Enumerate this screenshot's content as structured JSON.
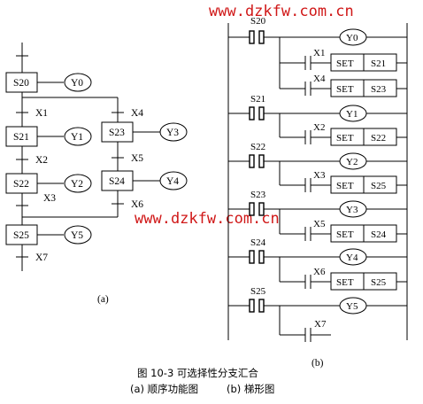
{
  "watermark": "www.dzkfw.com.cn",
  "sfc": {
    "steps": [
      "S20",
      "S21",
      "S22",
      "S23",
      "S24",
      "S25"
    ],
    "outputs": [
      "Y0",
      "Y1",
      "Y2",
      "Y3",
      "Y4",
      "Y5"
    ],
    "transitions": [
      "X1",
      "X2",
      "X3",
      "X4",
      "X5",
      "X6",
      "X7"
    ],
    "label": "(a)"
  },
  "ladder": {
    "label": "(b)",
    "set": "SET",
    "rungs": [
      {
        "step": "S20",
        "coil": "Y0",
        "branches": [
          {
            "contact": "X1",
            "target": "S21"
          },
          {
            "contact": "X4",
            "target": "S23"
          }
        ]
      },
      {
        "step": "S21",
        "coil": "Y1",
        "branches": [
          {
            "contact": "X2",
            "target": "S22"
          }
        ]
      },
      {
        "step": "S22",
        "coil": "Y2",
        "branches": [
          {
            "contact": "X3",
            "target": "S25"
          }
        ]
      },
      {
        "step": "S23",
        "coil": "Y3",
        "branches": [
          {
            "contact": "X5",
            "target": "S24"
          }
        ]
      },
      {
        "step": "S24",
        "coil": "Y4",
        "branches": [
          {
            "contact": "X6",
            "target": "S25"
          }
        ]
      },
      {
        "step": "S25",
        "coil": "Y5",
        "branches": [
          {
            "contact": "X7"
          }
        ]
      }
    ]
  },
  "caption": {
    "title": "图 10-3   可选择性分支汇合",
    "sub_a": "(a) 顺序功能图",
    "sub_b": "(b) 梯形图"
  }
}
